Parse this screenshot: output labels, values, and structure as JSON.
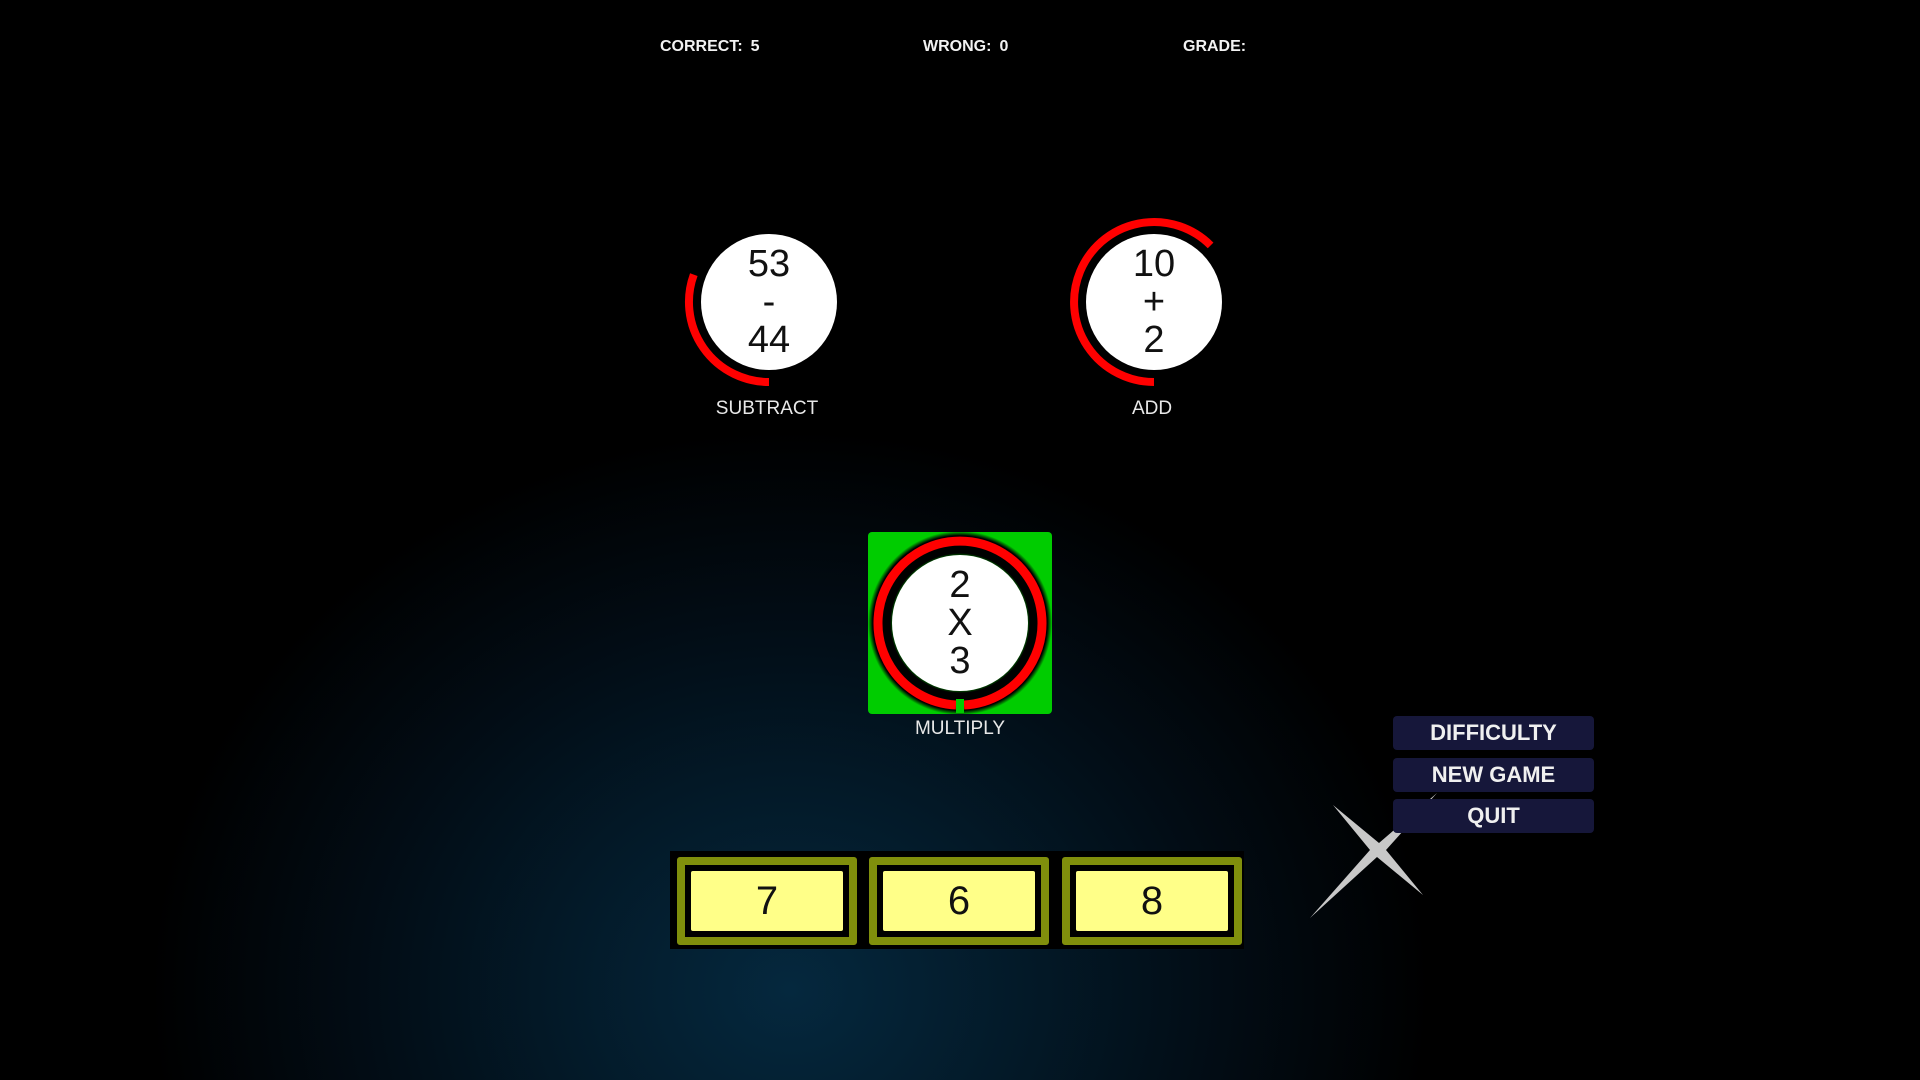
{
  "scoreboard": {
    "correct_label": "CORRECT:",
    "correct_value": "5",
    "wrong_label": "WRONG:",
    "wrong_value": "0",
    "grade_label": "GRADE:",
    "grade_value": ""
  },
  "problems": [
    {
      "operand1": "53",
      "operator": "-",
      "operand2": "44",
      "label": "SUBTRACT",
      "timer_arc_degrees": 110,
      "selected": false
    },
    {
      "operand1": "10",
      "operator": "+",
      "operand2": "2",
      "label": "ADD",
      "timer_arc_degrees": 225,
      "selected": false
    },
    {
      "operand1": "2",
      "operator": "X",
      "operand2": "3",
      "label": "MULTIPLY",
      "timer_arc_degrees": 355,
      "selected": true
    }
  ],
  "answers": [
    "7",
    "6",
    "8"
  ],
  "menu": {
    "difficulty": "DIFFICULTY",
    "new_game": "NEW GAME",
    "quit": "QUIT"
  },
  "colors": {
    "timer_ring": "#ff0000",
    "selected_bg": "#00cc00",
    "answer_border": "#808f0c",
    "answer_face": "#ffff88",
    "menu_bg": "#16173a",
    "cursor": "#c8c8c8"
  }
}
